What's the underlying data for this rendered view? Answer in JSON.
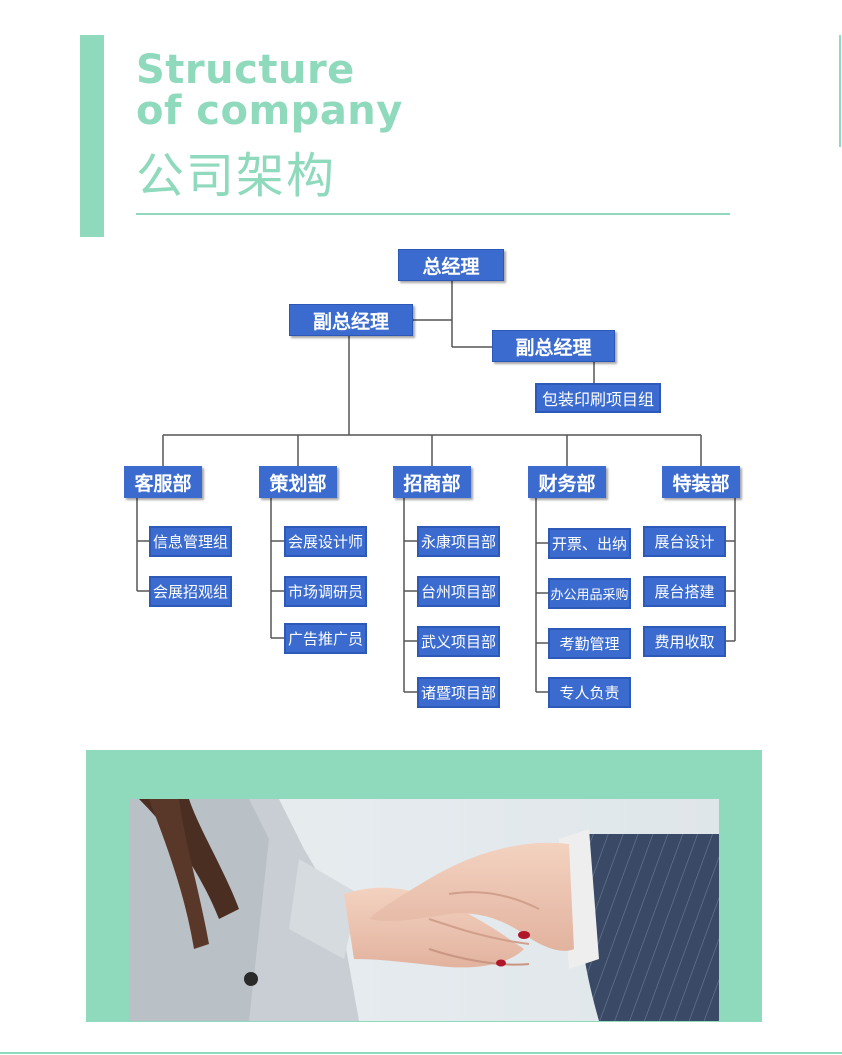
{
  "header": {
    "title_en_line1": "Structure",
    "title_en_line2": "of company",
    "title_cn": "公司架构"
  },
  "org_chart": {
    "root": "总经理",
    "vp_left": "副总经理",
    "vp_right": "副总经理",
    "vp_right_group": "包装印刷项目组",
    "departments": [
      {
        "name": "客服部",
        "units": [
          "信息管理组",
          "会展招观组"
        ]
      },
      {
        "name": "策划部",
        "units": [
          "会展设计师",
          "市场调研员",
          "广告推广员"
        ]
      },
      {
        "name": "招商部",
        "units": [
          "永康项目部",
          "台州项目部",
          "武义项目部",
          "诸暨项目部"
        ]
      },
      {
        "name": "财务部",
        "units": [
          "开票、出纳",
          "办公用品采购",
          "考勤管理",
          "专人负责"
        ]
      },
      {
        "name": "特装部",
        "units": [
          "展台设计",
          "展台搭建",
          "费用收取"
        ]
      }
    ]
  },
  "photo": {
    "subject_icon": "handshake-photo"
  },
  "colors": {
    "accent": "#8fd9bd",
    "box": "#3b6bcf",
    "box_border": "#2d5ab8",
    "line": "#555555"
  }
}
